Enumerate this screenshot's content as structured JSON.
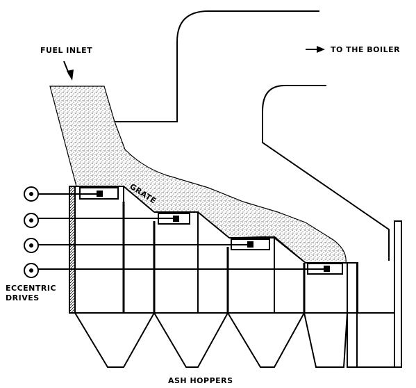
{
  "labels": {
    "fuel_inlet": "FUEL INLET",
    "to_boiler": "TO THE BOILER",
    "grate": "GRATE",
    "eccentric_line1": "ECCENTRIC",
    "eccentric_line2": "DRIVES",
    "ash_hoppers": "ASH HOPPERS"
  },
  "colors": {
    "line": "#000000",
    "fuel": "#c8c8c8",
    "background": "#ffffff"
  }
}
